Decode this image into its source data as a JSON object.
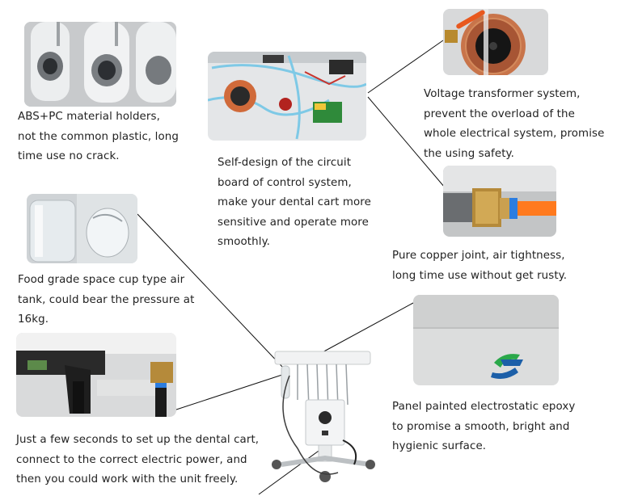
{
  "captions": {
    "holders": [
      "ABS+PC material holders,",
      "not the common plastic, long",
      "time use no crack."
    ],
    "circuit": [
      "Self-design of the circuit",
      "board of control system,",
      "make your dental cart more",
      "sensitive and operate more",
      "smoothly."
    ],
    "transformer": [
      "Voltage transformer system,",
      "prevent the overload of the",
      "whole electrical system, promise",
      "the using safety."
    ],
    "copper": [
      "Pure copper joint, air tightness,",
      "long time use without get rusty."
    ],
    "tank": [
      "Food grade space cup type air",
      "tank, could bear the pressure at",
      "16kg."
    ],
    "panel": [
      "Panel painted electrostatic epoxy",
      "to promise a smooth, bright and",
      "hygienic surface."
    ],
    "setup": [
      "Just a few seconds to set up the dental cart,",
      "connect to the correct electric power, and",
      "then you could work with the unit freely."
    ]
  },
  "colors": {
    "text": "#222222",
    "leader": "#111111",
    "brass": "#c9a24a",
    "blue_tube": "#2f7fd8",
    "orange_tube": "#e8581e",
    "logo_green": "#2aa84a",
    "logo_blue": "#1c5fa8"
  },
  "icons": [
    "holder-photo",
    "circuit-photo",
    "transformer-photo",
    "copper-joint-photo",
    "air-tank-photo",
    "panel-logo-photo",
    "power-plug-photo",
    "dental-cart-illustration"
  ]
}
